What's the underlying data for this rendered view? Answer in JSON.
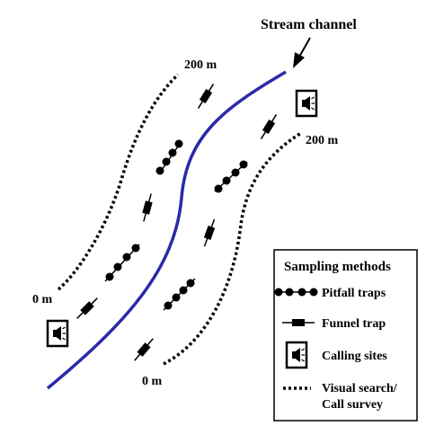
{
  "labels": {
    "stream_channel": "Stream channel",
    "top_left_distance": "200 m",
    "top_right_distance": "200 m",
    "left_zero": "0 m",
    "bottom_zero": "0 m"
  },
  "legend": {
    "title": "Sampling methods",
    "items": [
      {
        "key": "pitfall",
        "label": "Pitfall traps"
      },
      {
        "key": "funnel",
        "label": "Funnel trap"
      },
      {
        "key": "calling",
        "label": "Calling sites"
      },
      {
        "key": "visual",
        "label_line1": "Visual search/",
        "label_line2": "Call survey"
      }
    ]
  },
  "colors": {
    "stream": "#2a2aa8",
    "ink": "#000000",
    "background": "#ffffff"
  },
  "icons": {
    "pitfall": "pitfall-trap-icon",
    "funnel": "funnel-trap-icon",
    "calling": "calling-site-speaker-icon",
    "survey": "dotted-survey-line-icon"
  }
}
